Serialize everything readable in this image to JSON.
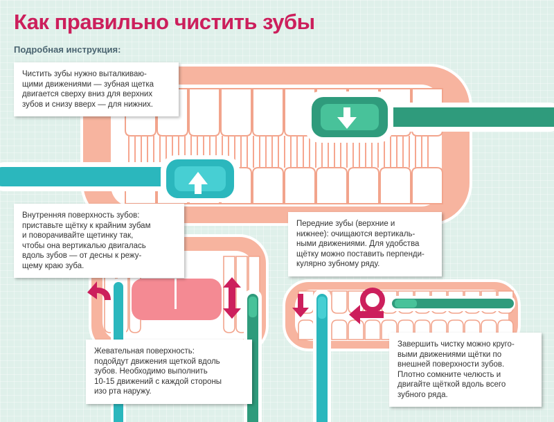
{
  "title": "Как правильно чистить зубы",
  "subtitle": "Подробная инструкция:",
  "notes": {
    "upper_lower": "Чистить зубы нужно выталкиваю-\nщими движениями — зубная щетка\nдвигается сверху вниз для верхних\nзубов и снизу вверх — для нижних.",
    "inner": "Внутренняя поверхность зубов:\nприставьте щётку к крайним зубам\nи поворачивайте щетинку так,\nчтобы она вертикалью двигалась\nвдоль зубов — от десны к режу-\nщему краю зуба.",
    "front": "Передние зубы (верхние и\nнижнее): очищаются вертикаль-\nными движениями. Для удобства\nщётку можно поставить перпенди-\nкулярно зубному ряду.",
    "chewing": "Жевательная поверхность:\nподойдут движения щеткой вдоль\nзубов. Необходимо выполнить\n10-15 движений с каждой стороны\nизо рта наружу.",
    "finish": "Завершить чистку можно круго-\nвыми движениями щётки по\nвнешней поверхности зубов.\nПлотно сомкните челюсть и\nдвигайте щёткой вдоль всего\nзубного ряда."
  },
  "colors": {
    "background": "#dff0ea",
    "gum": "#f4aa92",
    "tooth": "#ffffff",
    "teal_brush": "#2bb7bd",
    "green_brush": "#2f9b7c",
    "accent": "#cc1f5c",
    "tongue": "#f48a93"
  }
}
